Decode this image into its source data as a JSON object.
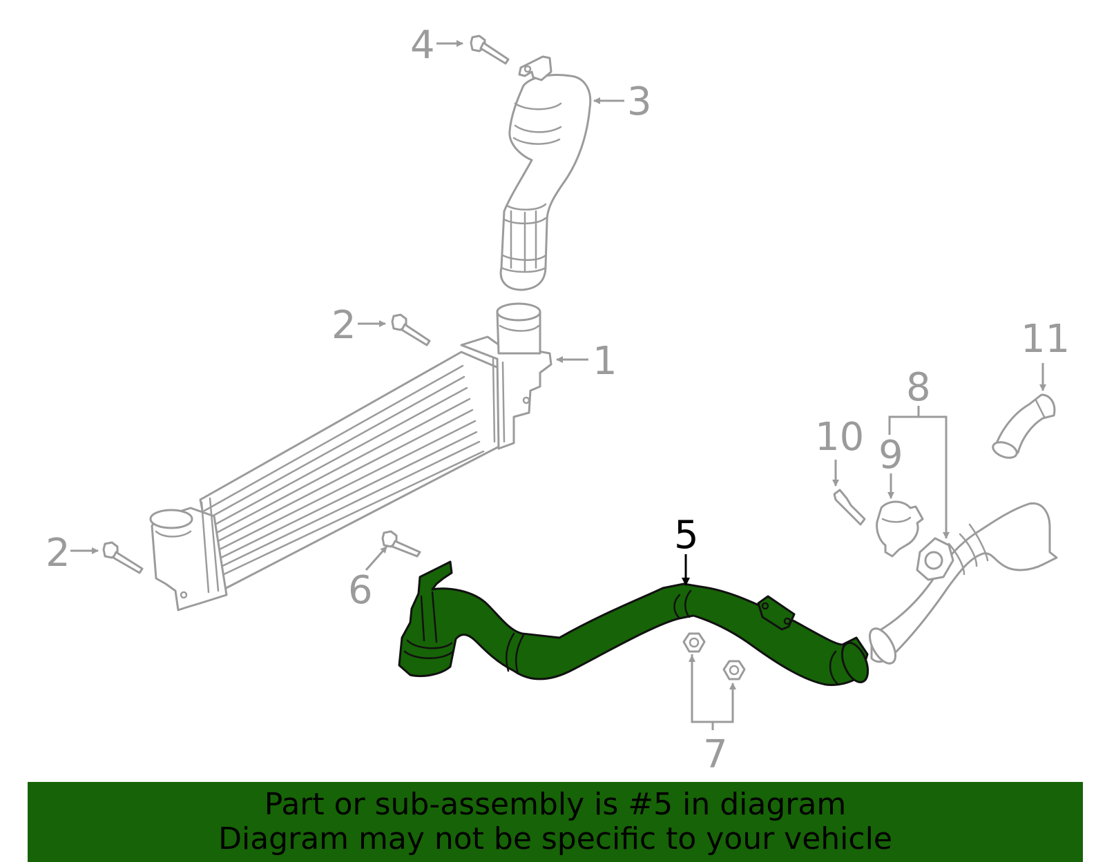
{
  "callouts": {
    "c1": "1",
    "c2a": "2",
    "c2b": "2",
    "c3": "3",
    "c4": "4",
    "c5": "5",
    "c6": "6",
    "c7": "7",
    "c8": "8",
    "c9": "9",
    "c10": "10",
    "c11": "11"
  },
  "banner": {
    "line1": "Part or sub-assembly is #5 in diagram",
    "line2": "Diagram may not be specific to your vehicle"
  },
  "colors": {
    "highlight": "#176307",
    "line_art": "#9b9b9b",
    "highlight_label": "#000000"
  },
  "highlighted_part": "5"
}
